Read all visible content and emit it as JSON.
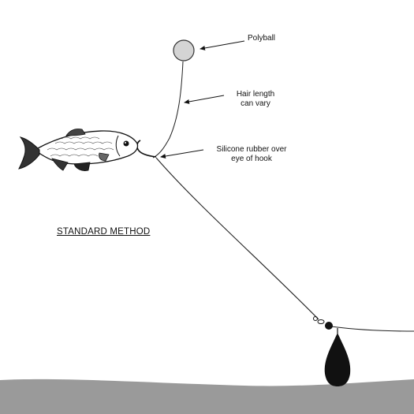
{
  "labels": {
    "polyball": "Polyball",
    "hair_line1": "Hair length",
    "hair_line2": "can vary",
    "silicone_line1": "Silicone rubber over",
    "silicone_line2": "eye of hook",
    "method": "STANDARD METHOD"
  },
  "colors": {
    "background": "#ffffff",
    "lakebed": "#9a9a9a",
    "polyball": "#d4d4d4",
    "lead": "#111111",
    "line": "#222222"
  },
  "icons": {
    "bait": "roach-fish-icon",
    "weight": "lead-weight-icon",
    "float": "polyball-icon"
  }
}
